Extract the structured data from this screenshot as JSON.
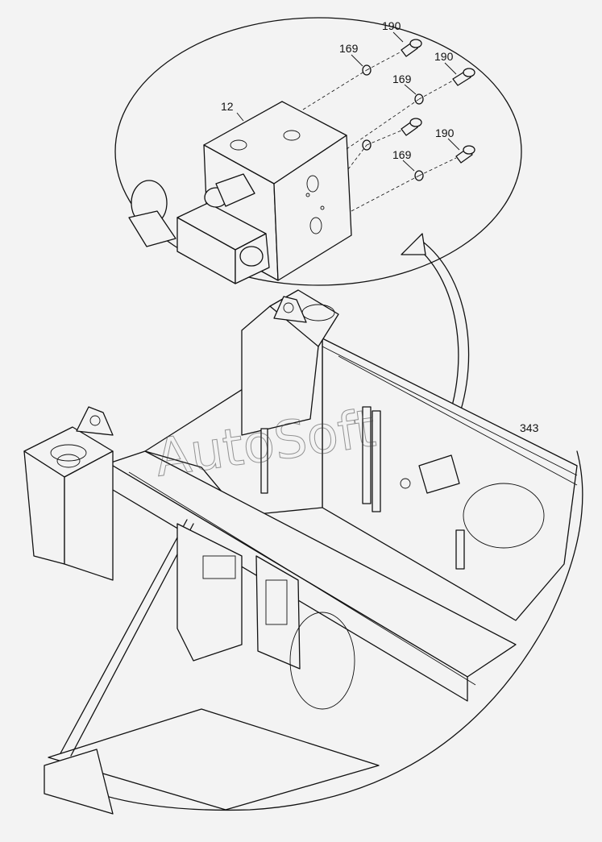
{
  "diagram": {
    "callouts": {
      "valve_block": "12",
      "bolt_top": "190",
      "bolt_right_top": "190",
      "bolt_right_bottom": "190",
      "washer_top": "169",
      "washer_mid": "169",
      "washer_bottom": "169",
      "frame": "343"
    },
    "watermark": "AutoSoft"
  }
}
